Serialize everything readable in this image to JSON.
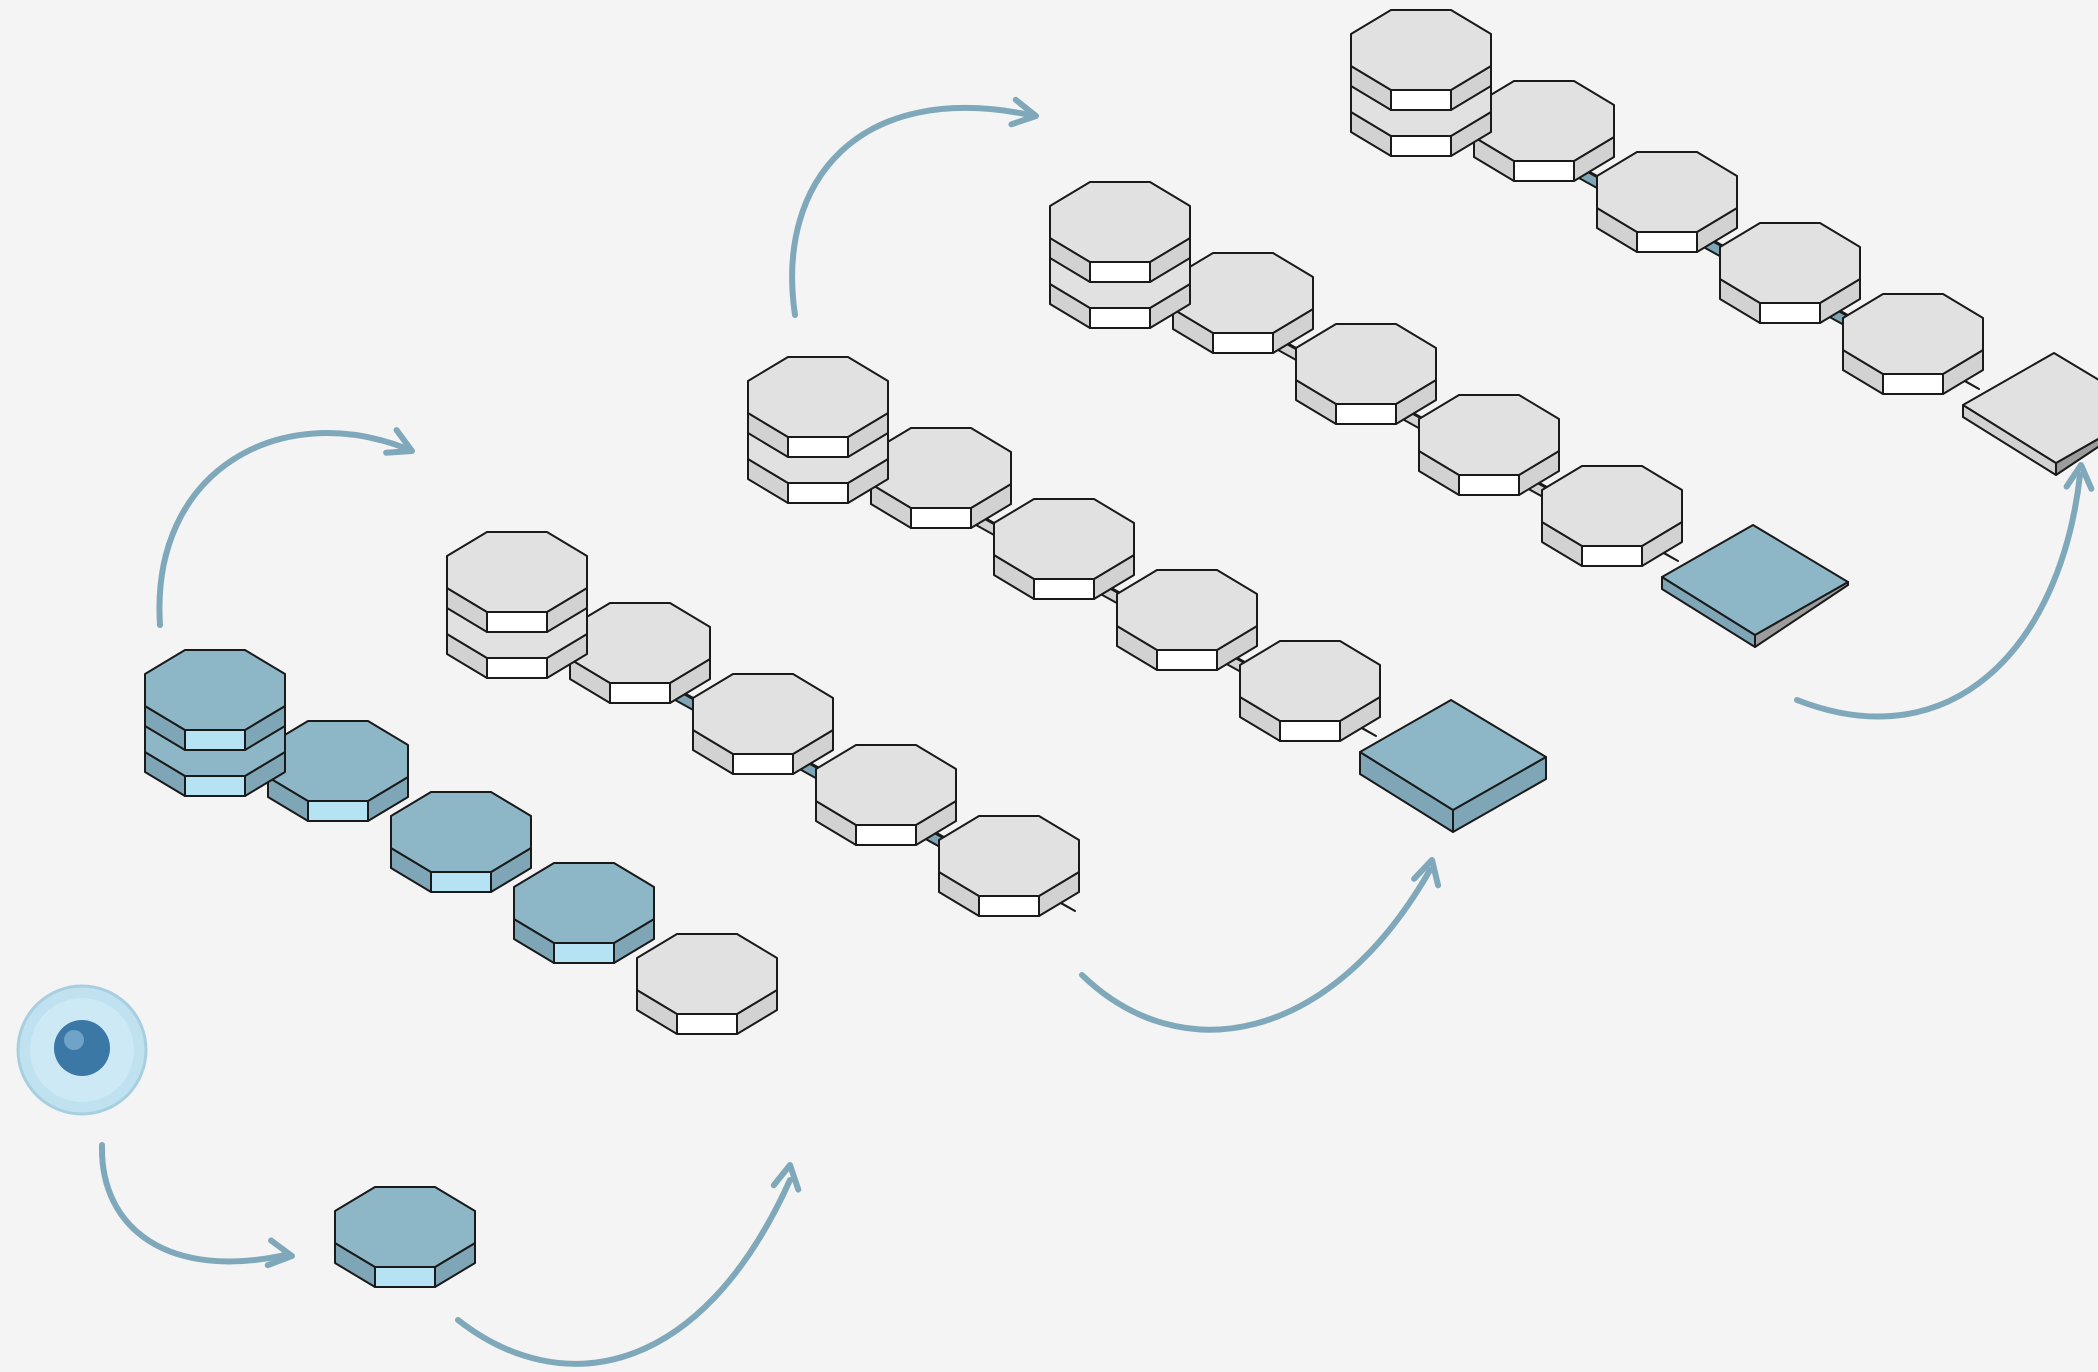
{
  "colors": {
    "background": "#f4f4f4",
    "arrow": "#7fa9ba",
    "blue_top": "#8db6c6",
    "blue_side": "#7ea6b6",
    "blue_highlight": "#b6e3f3",
    "gray_top": "#e1e1e1",
    "gray_side": "#d2d2d2",
    "white_face": "#ffffff",
    "outline": "#1a1a1a",
    "cell_body": "#bfe1f0",
    "cell_nucleus": "#3b78a5"
  },
  "icons": {
    "cell": "cell-icon",
    "arrow": "curved-arrow-icon",
    "hexagon_block": "octagon-block-icon",
    "slab": "square-slab-icon"
  },
  "diagram": {
    "stages": [
      {
        "id": "stage-0",
        "blocks": [
          "blue"
        ]
      },
      {
        "id": "stage-1",
        "blocks": [
          "blue-stack",
          "blue",
          "blue",
          "blue",
          "gray"
        ]
      },
      {
        "id": "stage-2",
        "blocks": [
          "gray-stack",
          "gray",
          "gray",
          "gray",
          "gray"
        ],
        "bar": "blue"
      },
      {
        "id": "stage-3",
        "blocks": [
          "gray-stack",
          "gray",
          "gray",
          "gray",
          "gray"
        ],
        "bar": "gray",
        "end": "blue-slab"
      },
      {
        "id": "stage-4",
        "blocks": [
          "gray-stack",
          "gray",
          "gray",
          "gray",
          "gray"
        ],
        "bar": "gray",
        "end": "blue-wedge"
      },
      {
        "id": "stage-5",
        "blocks": [
          "gray-stack",
          "gray",
          "gray",
          "gray",
          "gray"
        ],
        "bar": "blue",
        "end": "gray-wedge"
      }
    ]
  }
}
